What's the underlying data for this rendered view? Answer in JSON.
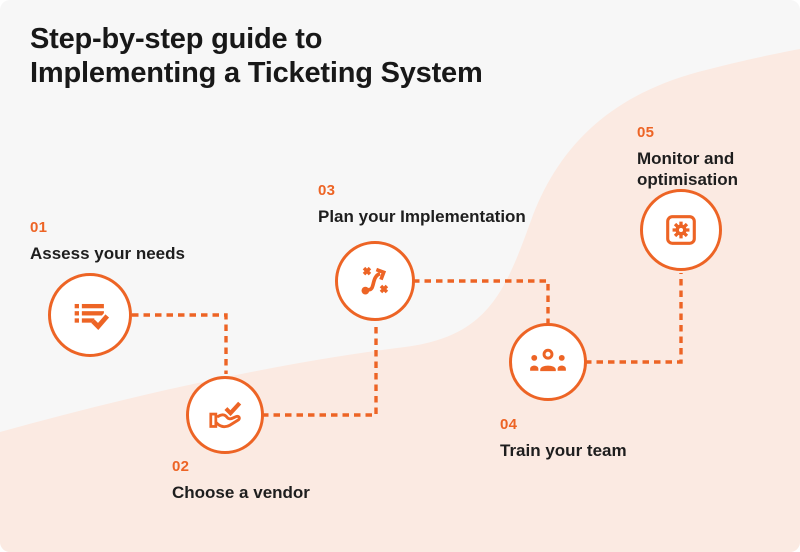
{
  "title": {
    "line1": "Step-by-step guide to",
    "line2": "Implementing a Ticketing System"
  },
  "colors": {
    "accent": "#ED6425",
    "background": "#F7F7F7",
    "wave": "#FBEAE2",
    "heading": "#181818",
    "label": "#1E1E1E",
    "circle_fill": "#FFFFFF"
  },
  "steps": [
    {
      "number": "01",
      "label": "Assess your needs",
      "icon": "checklist-icon"
    },
    {
      "number": "02",
      "label": "Choose a vendor",
      "icon": "hand-check-icon"
    },
    {
      "number": "03",
      "label": "Plan your Implementation",
      "icon": "strategy-path-icon"
    },
    {
      "number": "04",
      "label": "Train your team",
      "icon": "team-icon"
    },
    {
      "number": "05",
      "label": "Monitor and optimisation",
      "icon": "gear-icon"
    }
  ]
}
